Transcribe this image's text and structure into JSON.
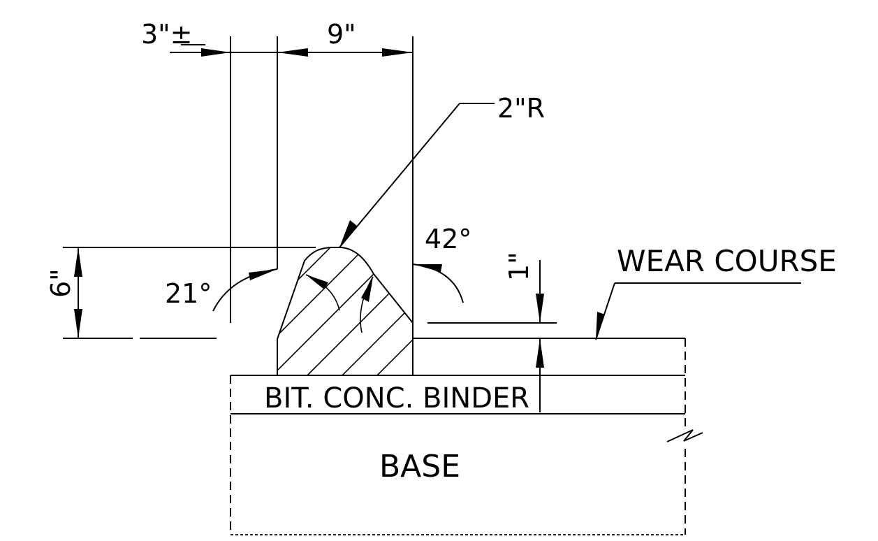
{
  "dimensions": {
    "offset": "3\"±",
    "width": "9\"",
    "height": "6\"",
    "radius": "2\"R",
    "reveal": "1\""
  },
  "angles": {
    "left": "21°",
    "right": "42°"
  },
  "layers": {
    "wear_course": "WEAR COURSE",
    "binder": "BIT. CONC. BINDER",
    "base": "BASE"
  }
}
